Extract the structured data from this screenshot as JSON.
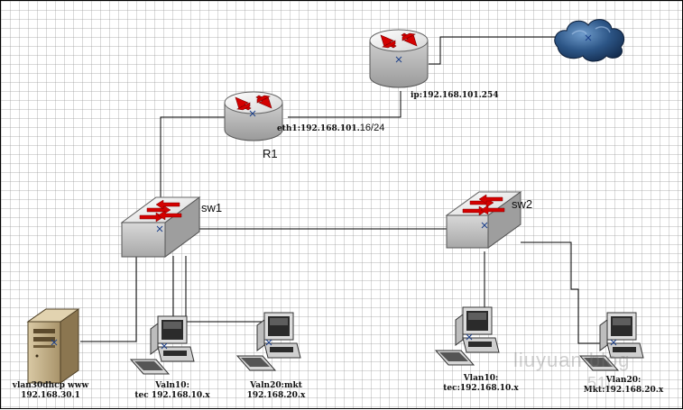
{
  "router_r1": {
    "name": "R1",
    "interface_label": "eth1:192.168.101.",
    "interface_suffix": "16/24"
  },
  "router_edge": {
    "interface_label": "ip:192.168.101.254"
  },
  "switch_sw1": {
    "name": "sw1"
  },
  "switch_sw2": {
    "name": "sw2"
  },
  "server": {
    "line1": "vlan30dhcp www",
    "line2": "192.168.30.1"
  },
  "pc_sw1_vlan10": {
    "line1": "Valn10:",
    "line2": "tec 192.168.10.x"
  },
  "pc_sw1_vlan20": {
    "line1": "Valn20:mkt",
    "line2": "192.168.20.x"
  },
  "pc_sw2_vlan10": {
    "line1": "Vlan10:",
    "line2": "tec:192.168.10.x"
  },
  "pc_sw2_vlan20": {
    "line1": "Vlan20:",
    "line2": "Mkt:192.168.20.x"
  },
  "watermark": {
    "text": "liuyuan    blog",
    "sub": "51c"
  },
  "colors": {
    "cable": "#000000",
    "router_top": "#e8e8e8",
    "arrow": "#d40000",
    "cloud": "#1d3f6b"
  }
}
